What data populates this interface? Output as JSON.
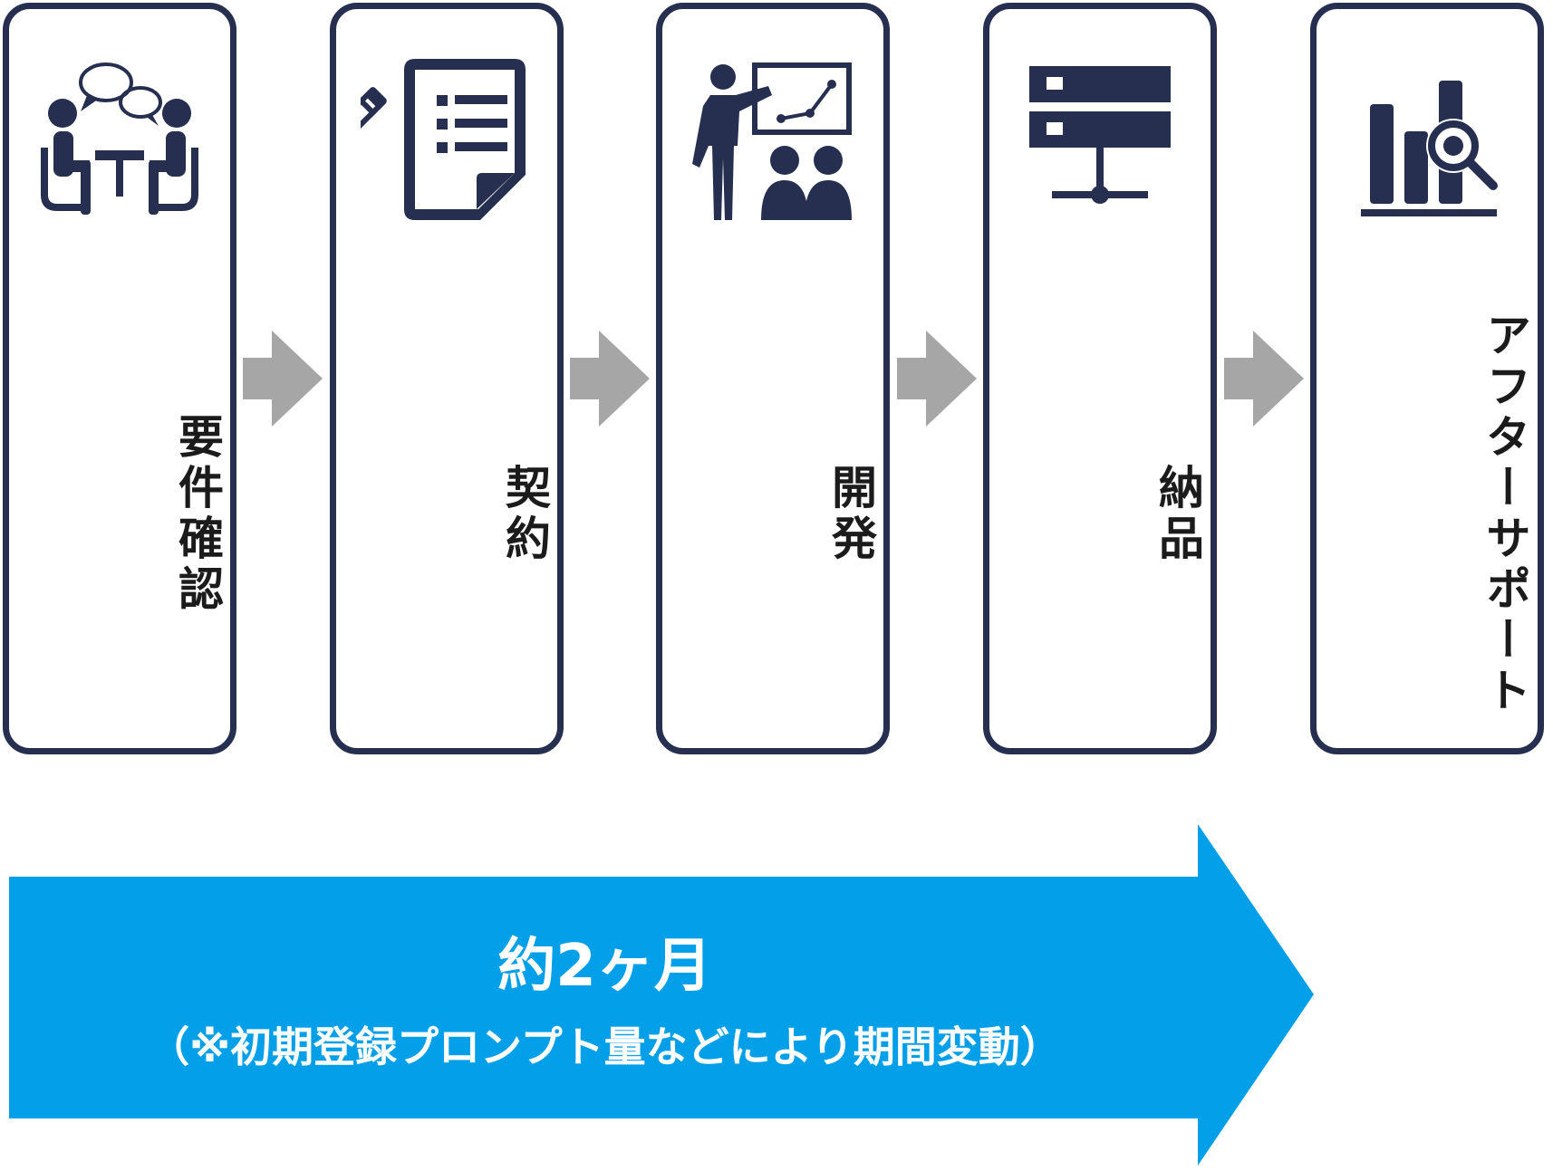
{
  "steps": [
    {
      "label": "要件確認",
      "icon": "meeting-icon"
    },
    {
      "label": "契約",
      "icon": "contract-document-icon"
    },
    {
      "label": "開発",
      "icon": "presentation-icon"
    },
    {
      "label": "納品",
      "icon": "server-network-icon"
    },
    {
      "label": "アフターサポート",
      "icon": "analytics-search-icon"
    }
  ],
  "duration": {
    "main": "約2ヶ月",
    "note": "（※初期登録プロンプト量などにより期間変動）"
  },
  "colors": {
    "box_border": "#262f4f",
    "icon": "#262f4f",
    "step_arrow": "#a6a6a6",
    "duration_arrow": "#039fe8",
    "label_text": "#1b1b1b"
  }
}
